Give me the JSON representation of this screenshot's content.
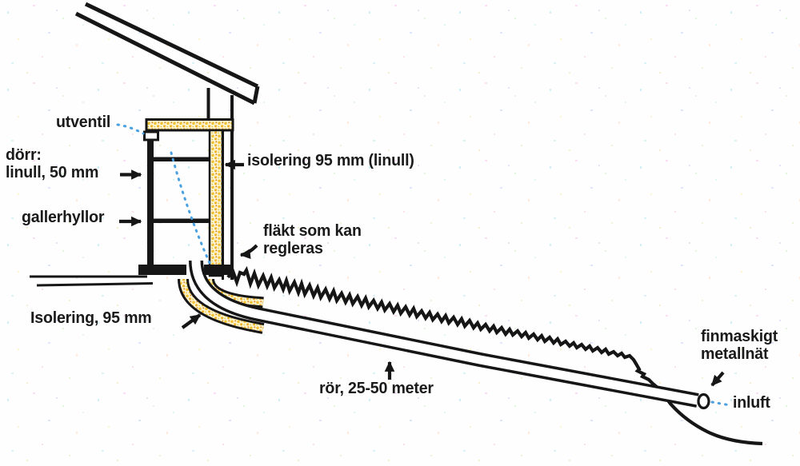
{
  "diagram_type": "technical-illustration",
  "subject": "earth-tube cooled storage cabinet cross-section (Swedish labels)",
  "colors": {
    "paper": "#fefefe",
    "ink": "#161616",
    "insulation_bg": "#fdf5d2",
    "insulation_dot": "#f1c336",
    "insulation_speck": "#e2851f",
    "guide_dot_blue": "#4aa0e0"
  },
  "labels": {
    "outlet_valve": "utventil",
    "door_line1": "dörr:",
    "door_line2": "linull, 50 mm",
    "shelves": "gallerhyllor",
    "wall_insulation": "isolering 95 mm (linull)",
    "fan_line1": "fläkt som kan",
    "fan_line2": "regleras",
    "pipe_insulation": "Isolering, 95 mm",
    "pipe": "rör, 25-50 meter",
    "mesh_line1": "finmaskigt",
    "mesh_line2": "metallnät",
    "inlet_air": "inluft"
  }
}
